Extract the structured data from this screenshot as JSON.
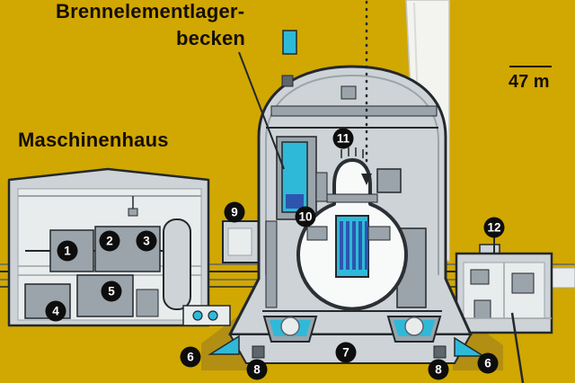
{
  "labels": {
    "fuel_pool_line1": "Brennelementlager-",
    "fuel_pool_line2": "becken",
    "machine_house": "Maschinenhaus"
  },
  "scale": {
    "label": "47 m"
  },
  "markers": [
    "1",
    "2",
    "3",
    "4",
    "5",
    "6",
    "7",
    "8",
    "9",
    "10",
    "11",
    "12",
    "6",
    "8"
  ],
  "colors": {
    "background": "#d1a701",
    "structure_fill": "#cdd3d6",
    "structure_light": "#e9ecec",
    "vessel_fill": "#f8f9f9",
    "detail_mid": "#9ba4aa",
    "detail_dark": "#5d666c",
    "outline": "#23282c",
    "water": "#2fb9d9",
    "fuel_blue": "#2d55b0",
    "embankment": "#b28e13",
    "chimney": "#f3f3ef",
    "text": "#140f07",
    "badge_background": "#0d0d0d",
    "badge_text": "#ffffff"
  }
}
